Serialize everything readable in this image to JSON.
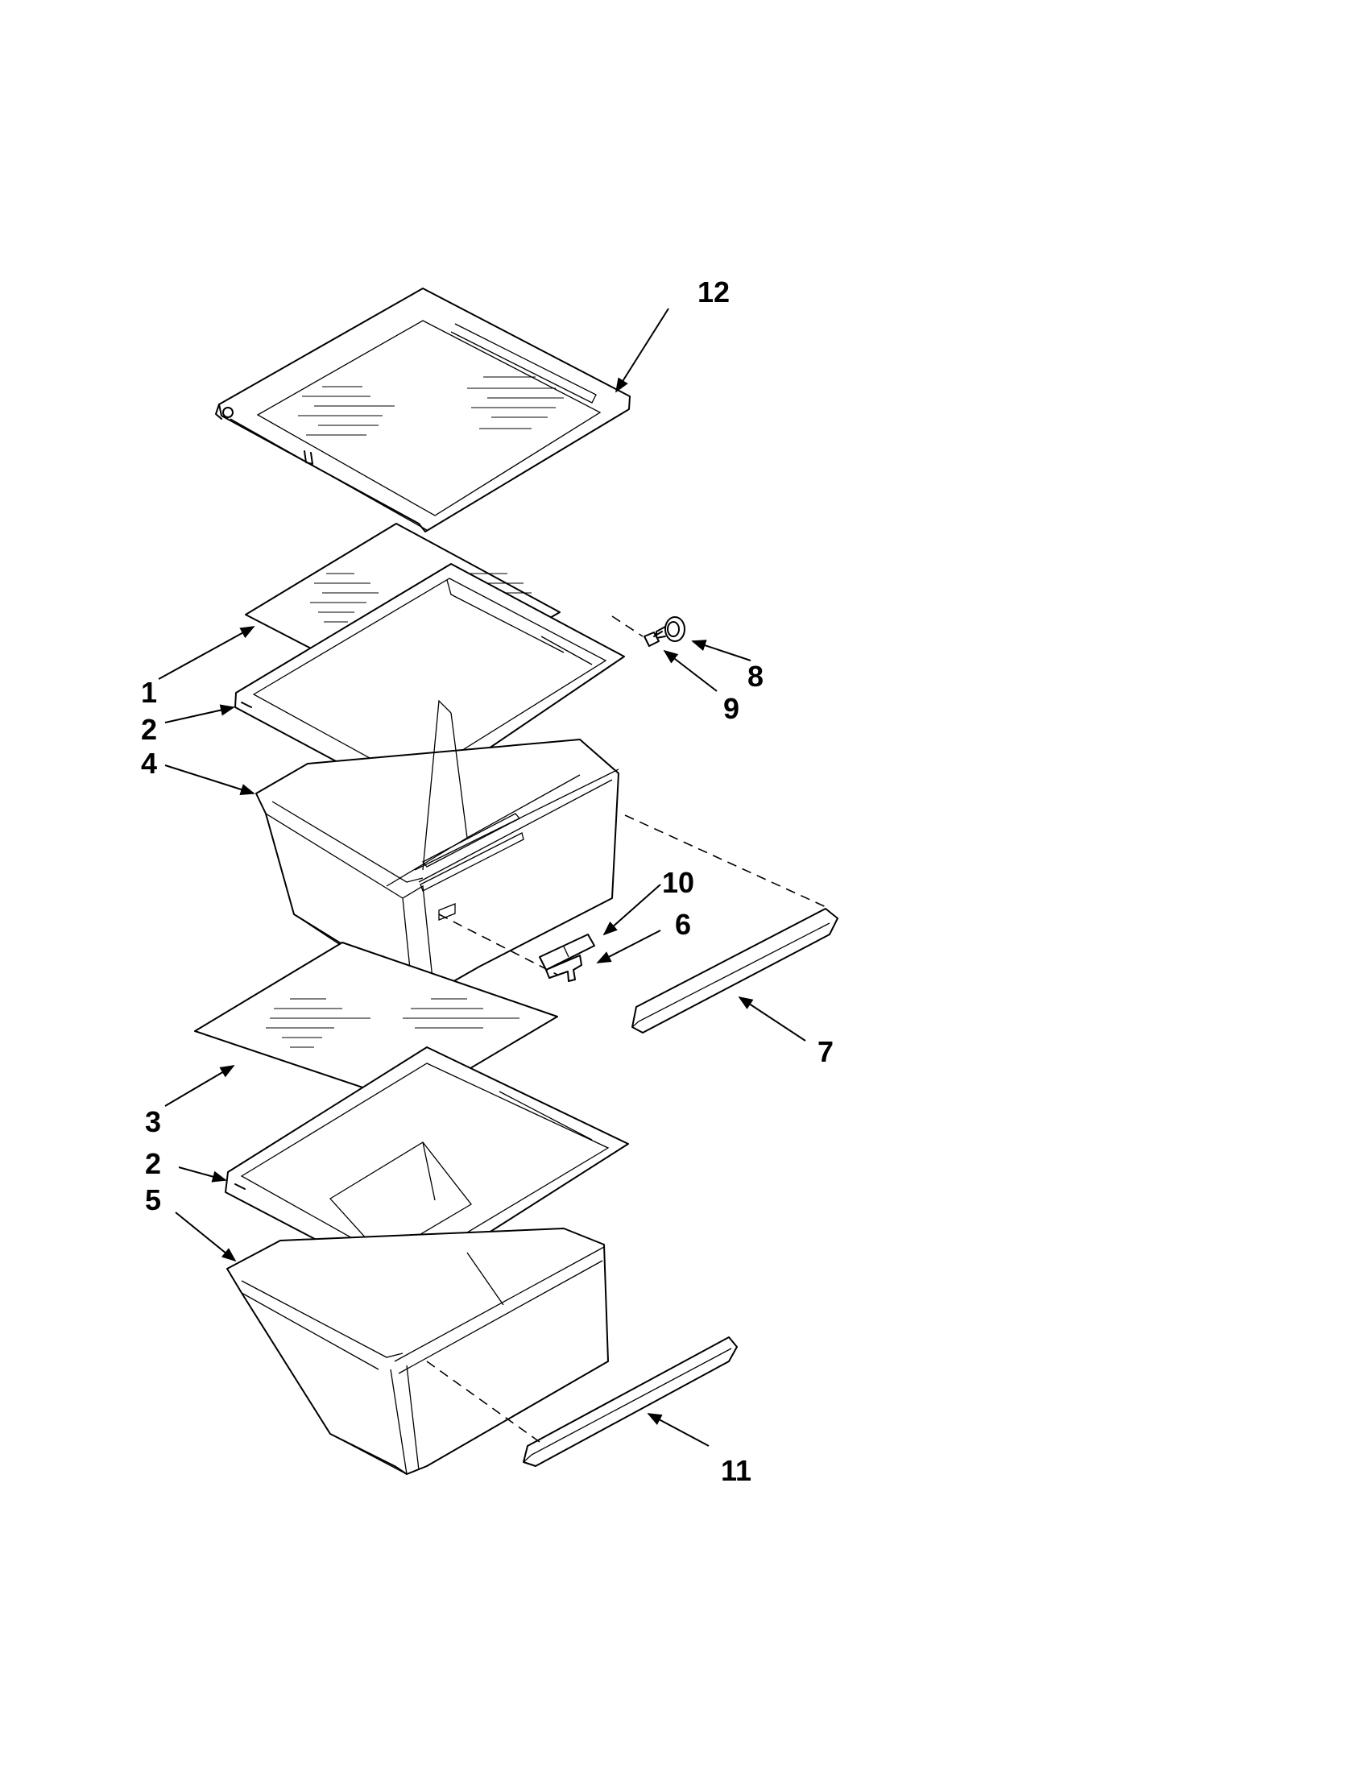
{
  "callouts": [
    {
      "id": "c1",
      "label": "1"
    },
    {
      "id": "c2a",
      "label": "2"
    },
    {
      "id": "c4",
      "label": "4"
    },
    {
      "id": "c3",
      "label": "3"
    },
    {
      "id": "c2b",
      "label": "2"
    },
    {
      "id": "c5",
      "label": "5"
    },
    {
      "id": "c6",
      "label": "6"
    },
    {
      "id": "c7",
      "label": "7"
    },
    {
      "id": "c8",
      "label": "8"
    },
    {
      "id": "c9",
      "label": "9"
    },
    {
      "id": "c10",
      "label": "10"
    },
    {
      "id": "c11",
      "label": "11"
    },
    {
      "id": "c12",
      "label": "12"
    }
  ]
}
